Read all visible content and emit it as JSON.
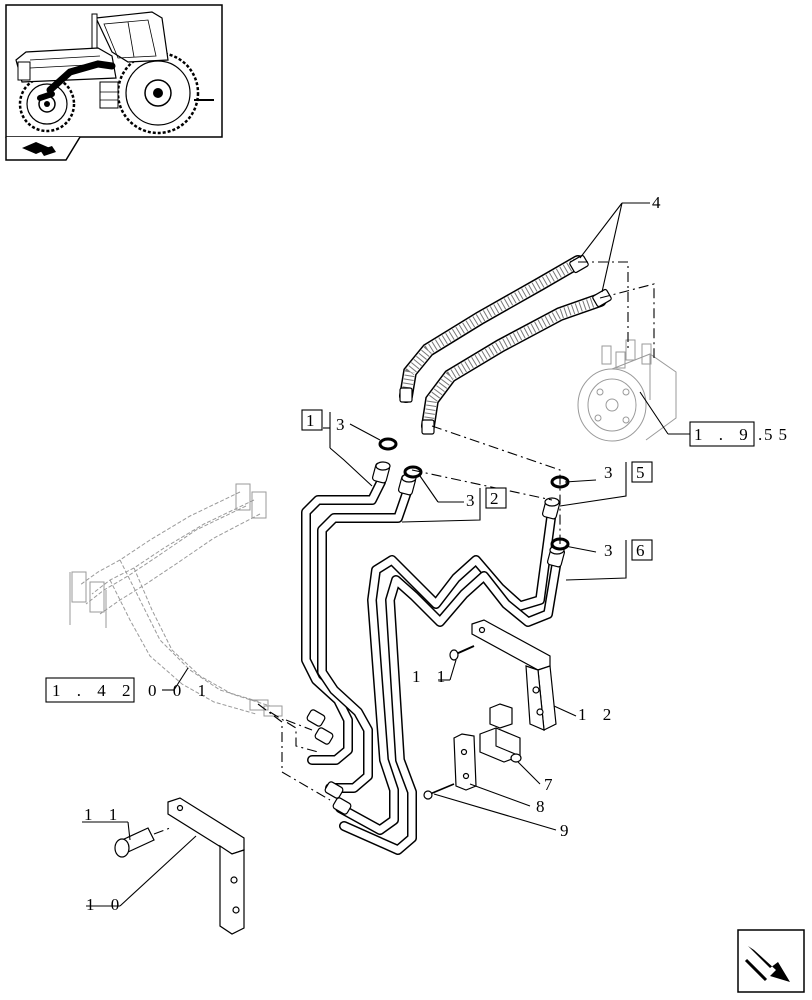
{
  "diagram": {
    "labels": {
      "hose": "4",
      "washer_group": "3",
      "ref_1": "1",
      "ref_2": "2",
      "ref_5": "5",
      "ref_6": "6",
      "ref_steering_a": "1 . 9 5",
      "ref_steering_b": ". 5",
      "ref_pipes_a": "1 . 4 2",
      "ref_pipes_b": "0 0 1",
      "bolt_upper": "1 1",
      "bolt_lower": "1 1",
      "bracket_large": "1 2",
      "clamp": "7",
      "clamp_plate": "8",
      "screw": "9",
      "bracket_lower": "1 0"
    }
  }
}
